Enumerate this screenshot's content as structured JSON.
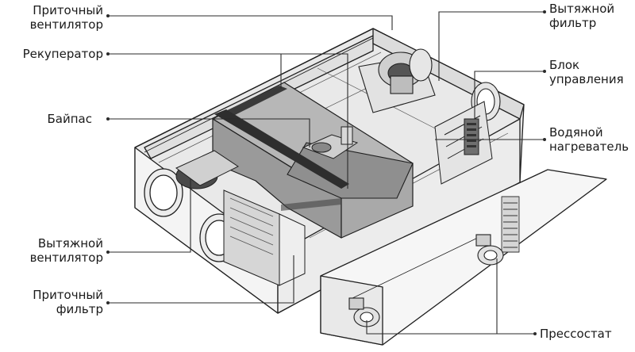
{
  "labels": {
    "supply_fan": [
      "Приточный",
      "вентилятор"
    ],
    "recuperator": [
      "Рекуператор"
    ],
    "bypass": [
      "Байпас"
    ],
    "exhaust_fan": [
      "Вытяжной",
      "вентилятор"
    ],
    "supply_filter": [
      "Приточный",
      "фильтр"
    ],
    "exhaust_filter": [
      "Вытяжной",
      "фильтр"
    ],
    "control_unit": [
      "Блок",
      "управления"
    ],
    "water_heater": [
      "Водяной",
      "нагреватель"
    ],
    "pressostat": [
      "Прессостат"
    ]
  },
  "colors": {
    "outline": "#1f1f1f",
    "panel_light": "#f2f2f2",
    "panel_mid": "#d9d9d9",
    "panel_dark": "#a8a8a8",
    "hex_block": "#b3b3b3",
    "hex_block_dark": "#8e8e8e",
    "text": "#1a1a1a"
  }
}
